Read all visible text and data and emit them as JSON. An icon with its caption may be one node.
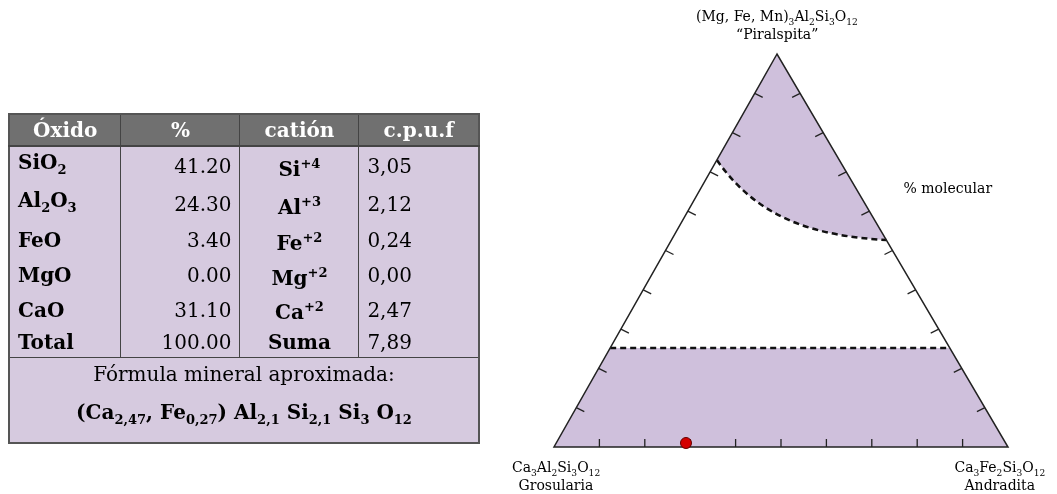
{
  "diagram": {
    "labels": [
      "Óxido",
      "%",
      "catión",
      "c.p.u.f",
      "SiO$_{2}$",
      "41.20",
      "Si$^{+4}$",
      "3,05",
      "Al$_{2}$O$_{3}$",
      "24.30",
      "Al$^{+3}$",
      "2,12",
      "FeO",
      "3.40",
      "Fe$^{+2}$",
      "0,24",
      "MgO",
      "0.00",
      "Mg$^{+2}$",
      "0,00",
      "CaO",
      "31.10",
      "Ca$^{+2}$",
      "2,47",
      "Total",
      "100.00",
      "Suma",
      "7,89",
      "Fórmula mineral aproximada:",
      "(Ca$_{2,47}$, Fe$_{0,27}$) Al$_{2,1}$ Si$_{2,1}$ Si$_{3}$ O$_{12}$",
      "(Mg, Fe, Mn)$_{3}$Al$_{2}$Si$_{3}$O$_{12}$",
      "“Piralspita”",
      "% molecular",
      "Ca$_{3}$Al$_{2}$Si$_{3}$O$_{12}$",
      "Grosularia",
      "Ca$_{3}$Fe$_{2}$Si$_{3}$O$_{12}$",
      "Andradita"
    ]
  }
}
